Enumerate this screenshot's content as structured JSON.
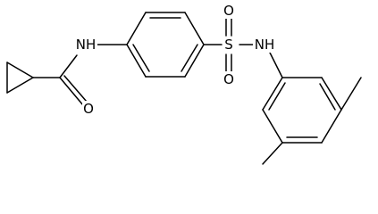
{
  "structure": {
    "atoms": {
      "amide_nh": "NH",
      "carbonyl_o": "O",
      "sulfonyl_s": "S",
      "sulfonyl_o_top": "O",
      "sulfonyl_o_bottom": "O",
      "sulfonamide_nh": "NH"
    }
  }
}
